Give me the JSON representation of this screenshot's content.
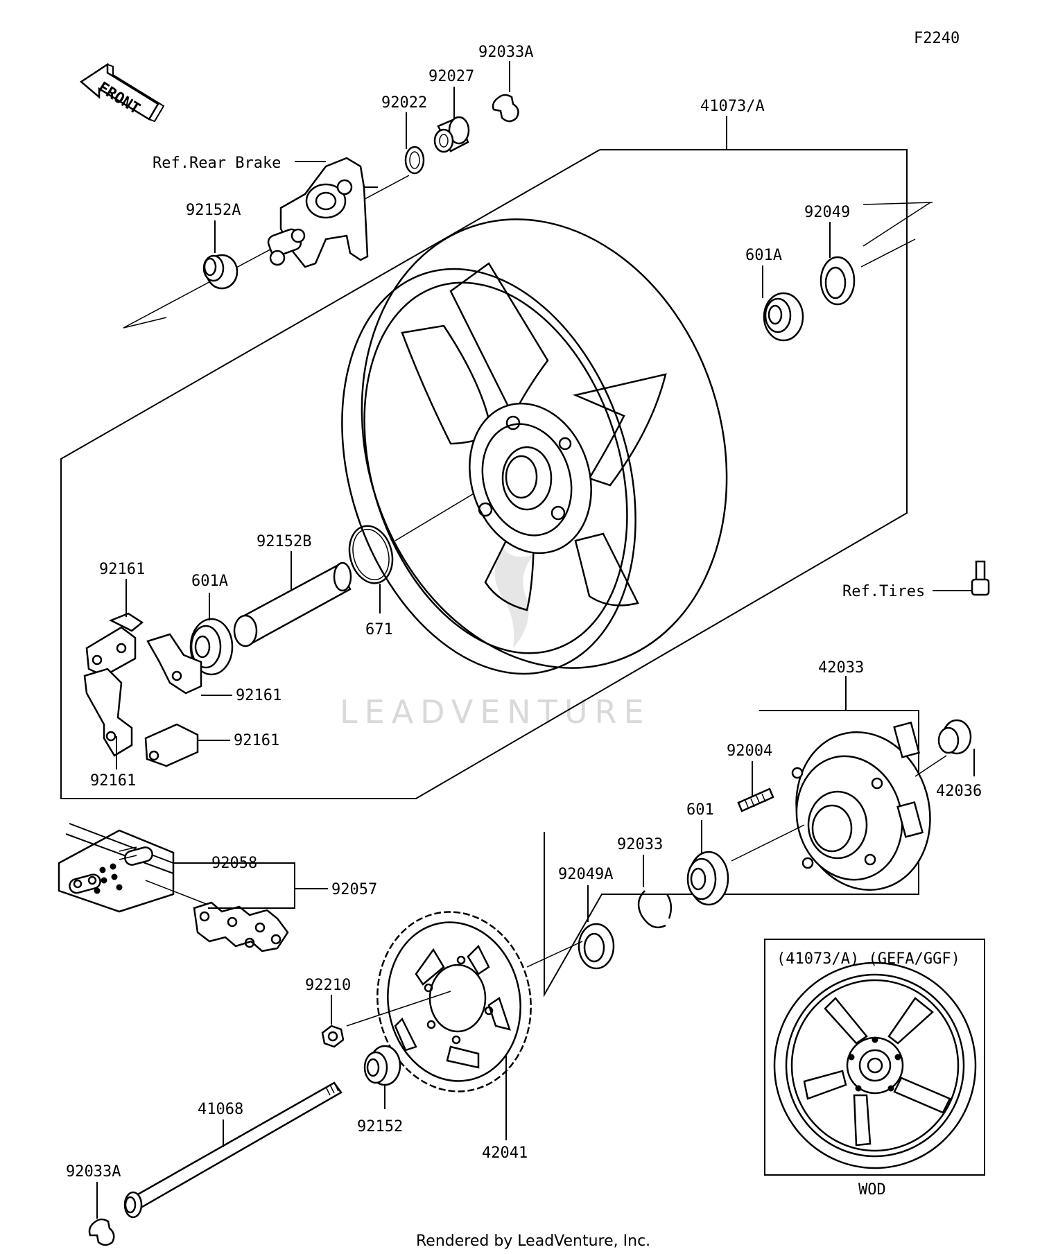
{
  "figure_code": "F2240",
  "front_label": "FRONT",
  "watermark": "LEADVENTURE",
  "footer": "Rendered by LeadVenture, Inc.",
  "refs": {
    "rear_brake": "Ref.Rear Brake",
    "tires": "Ref.Tires"
  },
  "inset": {
    "title": "(41073/A) (GEFA/GGF)",
    "caption": "WOD"
  },
  "parts": {
    "p92033A_top": "92033A",
    "p92027": "92027",
    "p92022": "92022",
    "p41073A": "41073/A",
    "p92152A": "92152A",
    "p92049": "92049",
    "p601A_right": "601A",
    "p92152B": "92152B",
    "p92161_top": "92161",
    "p601A_left": "601A",
    "p671": "671",
    "p92161_mid": "92161",
    "p92161_low": "92161",
    "p92161_bottom": "92161",
    "p42033": "42033",
    "p42036": "42036",
    "p92004": "92004",
    "p601": "601",
    "p92033": "92033",
    "p92049A": "92049A",
    "p92058": "92058",
    "p92057": "92057",
    "p92210": "92210",
    "p41068": "41068",
    "p92152": "92152",
    "p42041": "42041",
    "p92033A_bottom": "92033A"
  }
}
